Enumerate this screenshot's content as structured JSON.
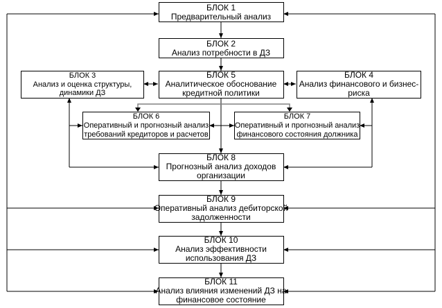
{
  "blocks": {
    "b1": {
      "title": "БЛОК 1",
      "lines": [
        "Предварительный анализ"
      ]
    },
    "b2": {
      "title": "БЛОК 2",
      "lines": [
        "Анализ потребности в ДЗ"
      ]
    },
    "b3": {
      "title": "БЛОК 3",
      "lines": [
        "Анализ и оценка структуры,",
        "динамики ДЗ"
      ]
    },
    "b5": {
      "title": "БЛОК 5",
      "lines": [
        "Аналитическое обоснование",
        "кредитной политики"
      ]
    },
    "b4": {
      "title": "БЛОК 4",
      "lines": [
        "Анализ финансового и бизнес-",
        "риска"
      ]
    },
    "b6": {
      "title": "БЛОК 6",
      "lines": [
        "Оперативный и прогнозный анализ",
        "требований кредиторов и расчетов"
      ]
    },
    "b7": {
      "title": "БЛОК 7",
      "lines": [
        "Оперативный и прогнозный анализ",
        "финансового состояния должника"
      ]
    },
    "b8": {
      "title": "БЛОК 8",
      "lines": [
        "Прогнозный анализ доходов",
        "организации"
      ]
    },
    "b9": {
      "title": "БЛОК 9",
      "lines": [
        "Оперативный анализ дебиторской",
        "задолженности"
      ]
    },
    "b10": {
      "title": "БЛОК 10",
      "lines": [
        "Анализ эффективности",
        "использования ДЗ"
      ]
    },
    "b11": {
      "title": "БЛОК 11",
      "lines": [
        "Анализ влияния изменений ДЗ на",
        "финансовое состояние"
      ]
    }
  }
}
